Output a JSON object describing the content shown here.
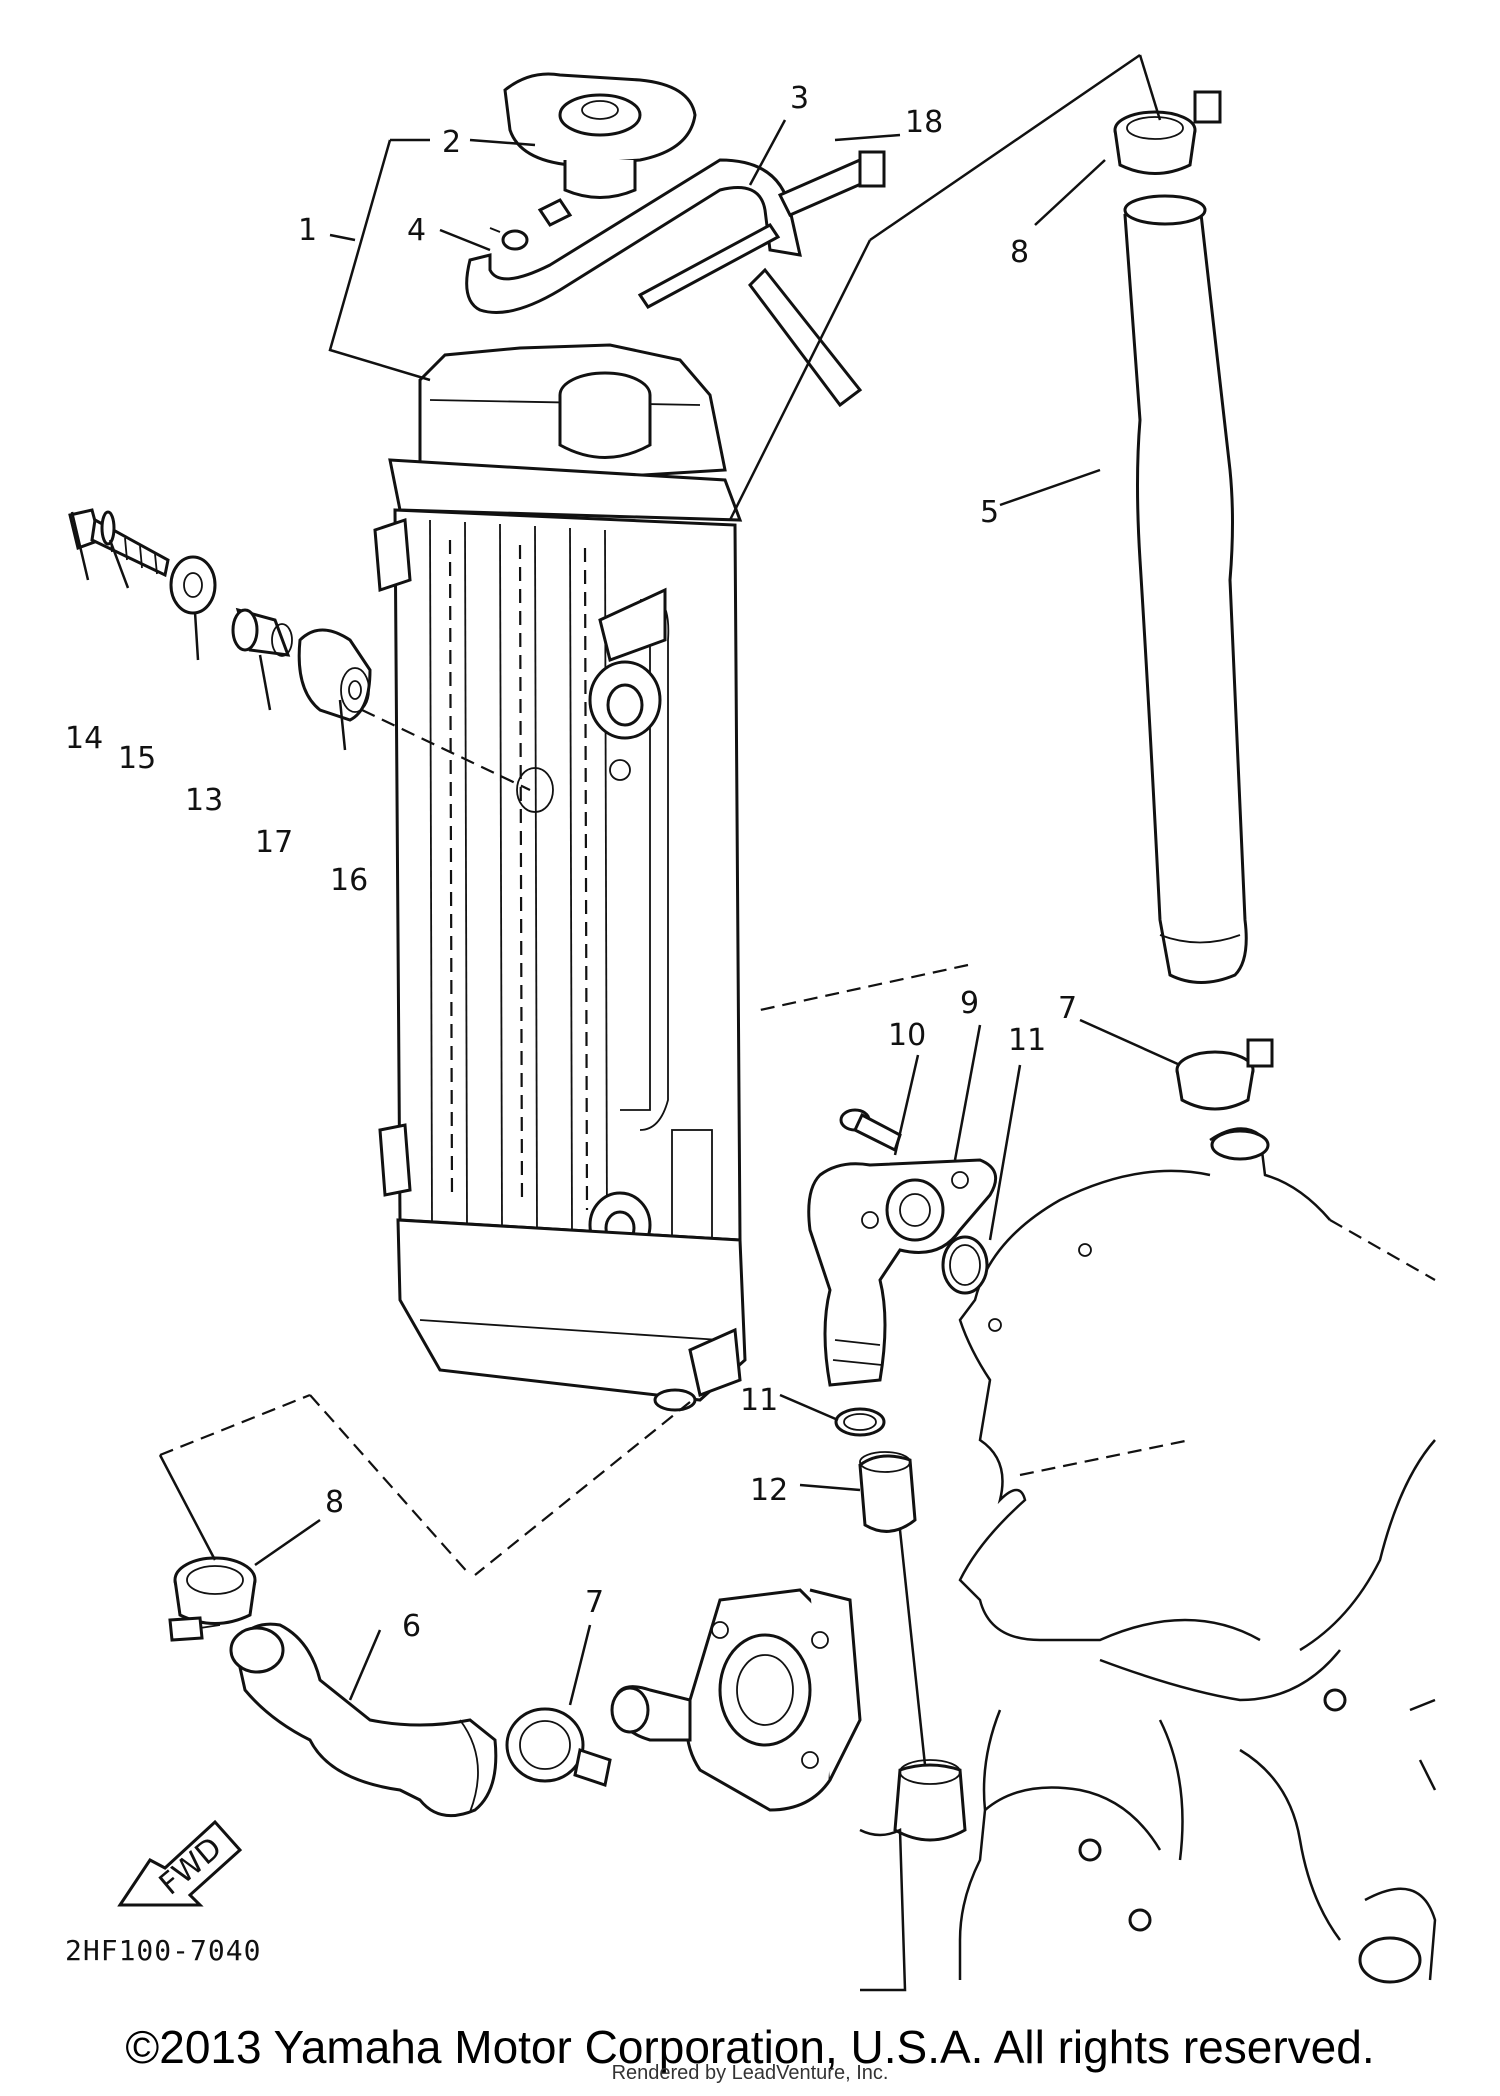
{
  "diagram_code": "2HF100-7040",
  "fwd_label": "FWD",
  "copyright": "©2013 Yamaha Motor Corporation, U.S.A. All rights reserved.",
  "renderer_note": "Rendered by LeadVenture, Inc.",
  "callouts": {
    "c1": "1",
    "c2": "2",
    "c3": "3",
    "c4": "4",
    "c5": "5",
    "c6": "6",
    "c7a": "7",
    "c7b": "7",
    "c8a": "8",
    "c8b": "8",
    "c9": "9",
    "c10": "10",
    "c11a": "11",
    "c11b": "11",
    "c12": "12",
    "c13": "13",
    "c14": "14",
    "c15": "15",
    "c16": "16",
    "c17": "17",
    "c18": "18"
  }
}
